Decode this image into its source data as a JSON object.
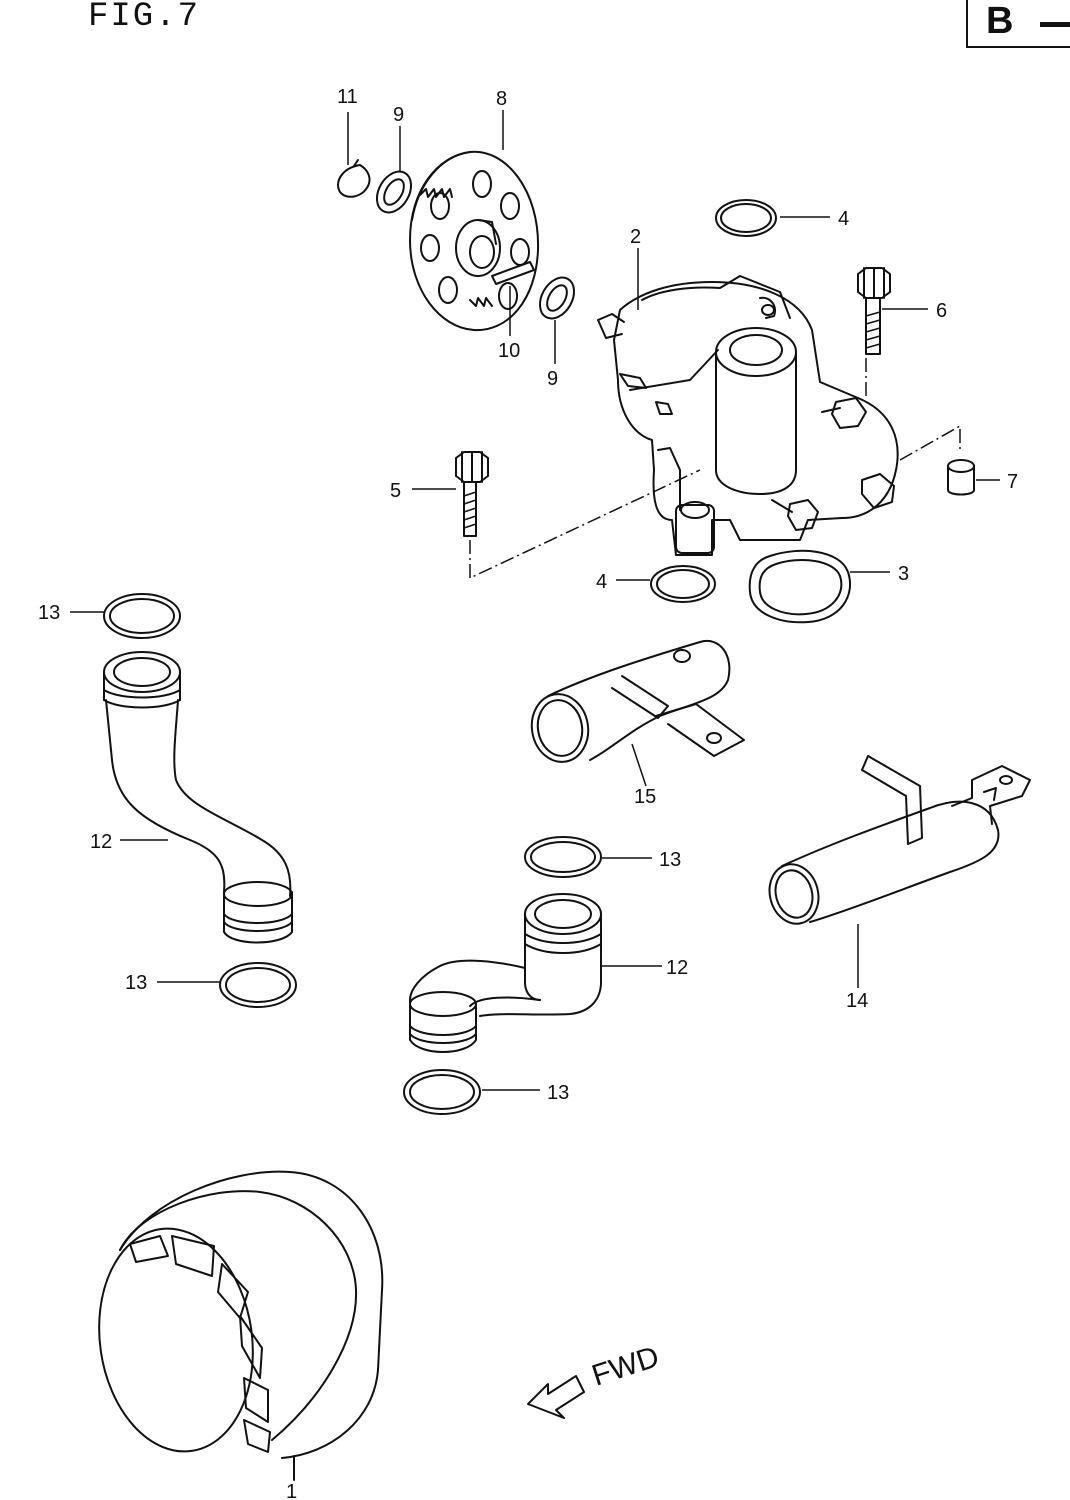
{
  "header": {
    "figure_label": "FIG.7",
    "section_letter": "B"
  },
  "direction_label": "FWD",
  "callouts": {
    "c1": "1",
    "c2": "2",
    "c3": "3",
    "c4a": "4",
    "c4b": "4",
    "c5": "5",
    "c6": "6",
    "c7": "7",
    "c8": "8",
    "c9a": "9",
    "c9b": "9",
    "c10": "10",
    "c11": "11",
    "c12a": "12",
    "c12b": "12",
    "c13a": "13",
    "c13b": "13",
    "c13c": "13",
    "c13d": "13",
    "c14": "14",
    "c15": "15"
  }
}
